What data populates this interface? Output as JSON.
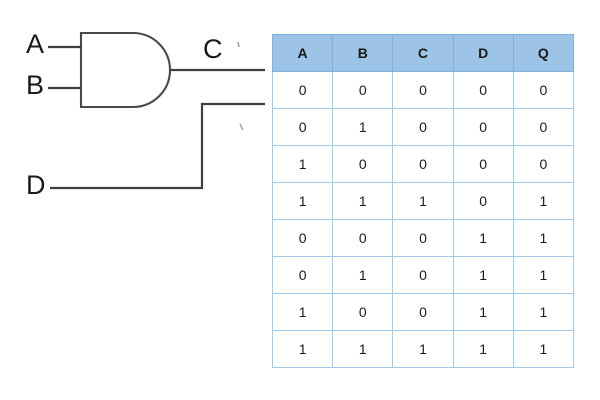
{
  "diagram": {
    "type": "logic-circuit",
    "gate": {
      "kind": "AND",
      "inputs": [
        "A",
        "B"
      ],
      "output": "C"
    },
    "labels": {
      "input_a": "A",
      "input_b": "B",
      "gate_output_c": "C",
      "input_d": "D"
    },
    "colors": {
      "wire": "#3f3f3f",
      "label_text": "#1a1a1a",
      "background": "#ffffff"
    }
  },
  "table": {
    "headers": [
      "A",
      "B",
      "C",
      "D",
      "Q"
    ],
    "rows": [
      [
        "0",
        "0",
        "0",
        "0",
        "0"
      ],
      [
        "0",
        "1",
        "0",
        "0",
        "0"
      ],
      [
        "1",
        "0",
        "0",
        "0",
        "0"
      ],
      [
        "1",
        "1",
        "1",
        "0",
        "1"
      ],
      [
        "0",
        "0",
        "0",
        "1",
        "1"
      ],
      [
        "0",
        "1",
        "0",
        "1",
        "1"
      ],
      [
        "1",
        "0",
        "0",
        "1",
        "1"
      ],
      [
        "1",
        "1",
        "1",
        "1",
        "1"
      ]
    ],
    "colors": {
      "header_fill": "#9dc3e6",
      "grid_line": "#a6c9e8",
      "cell_fill": "#ffffff",
      "text": "#1a1a1a"
    }
  }
}
